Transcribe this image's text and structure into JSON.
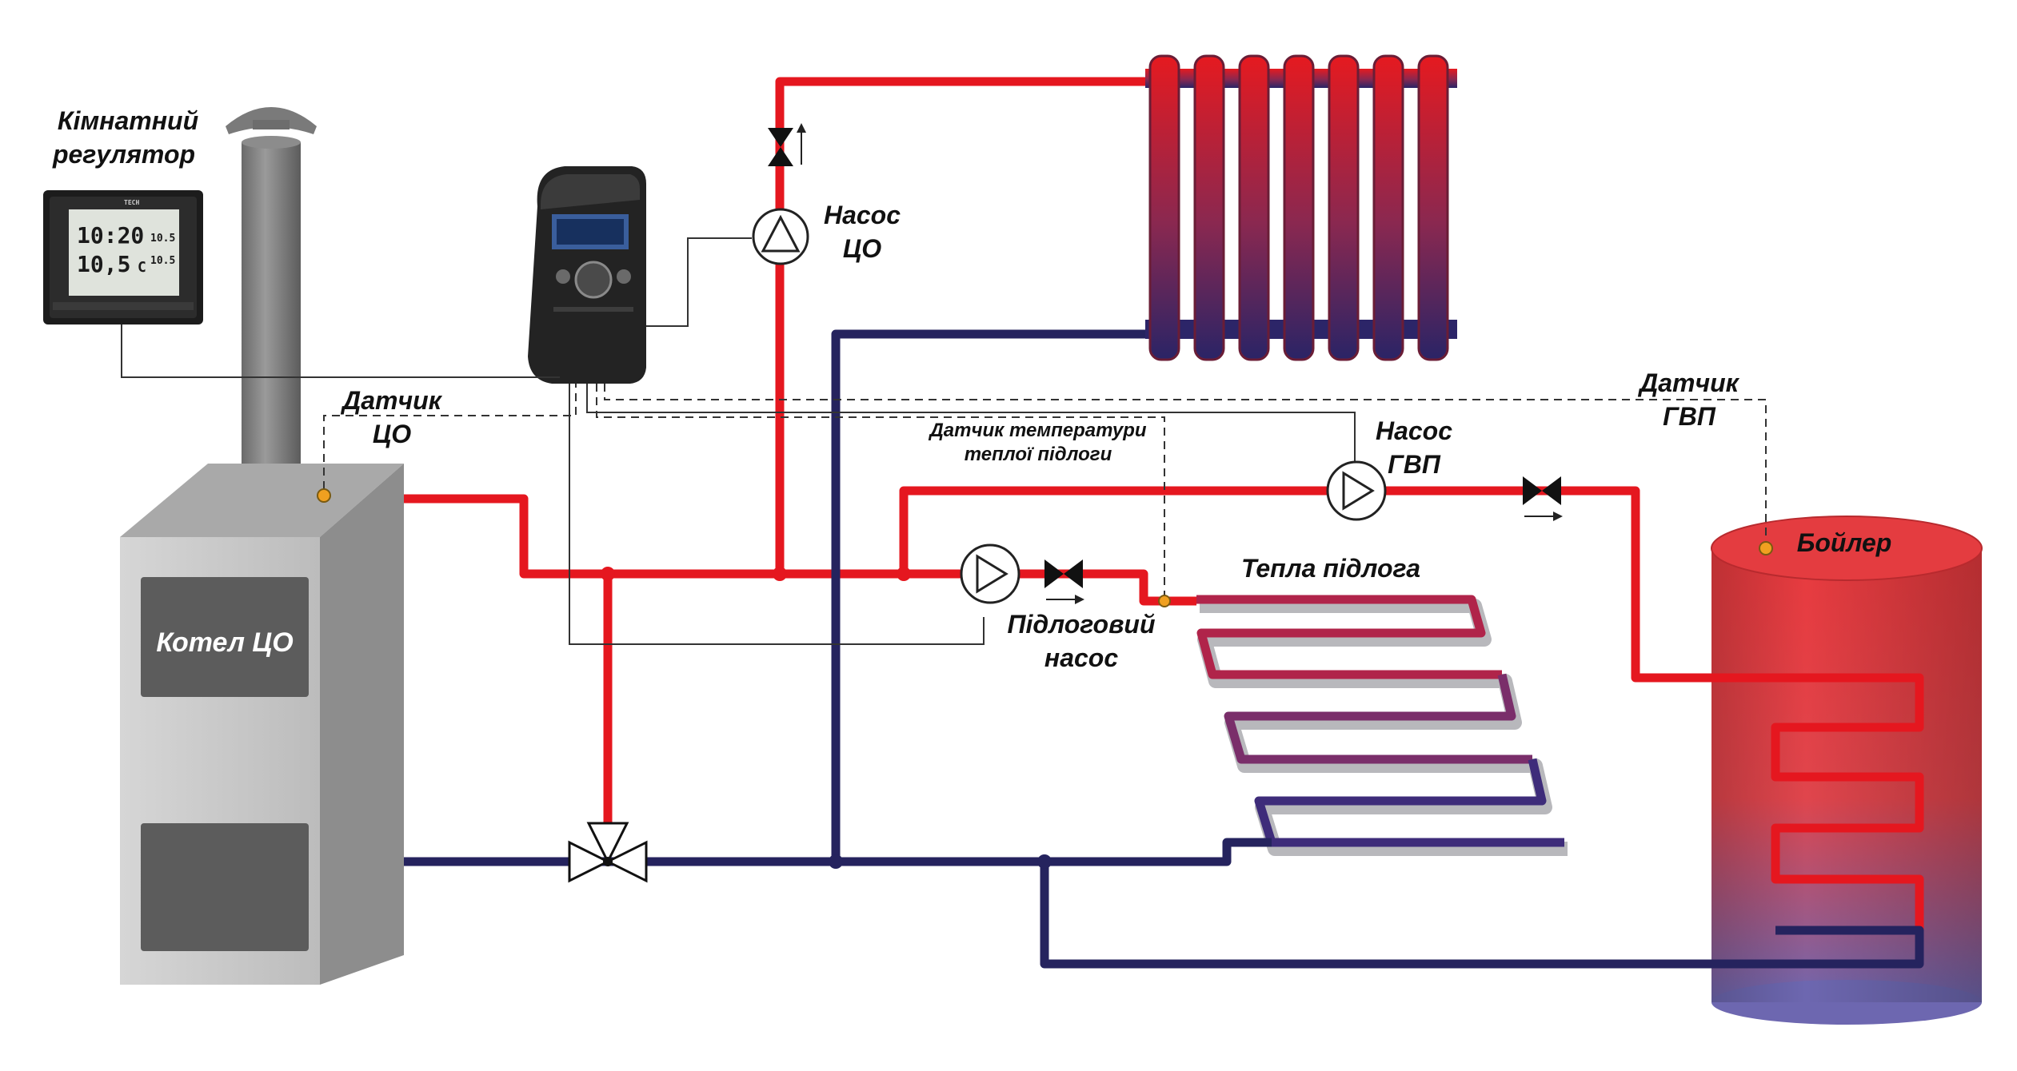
{
  "colors": {
    "hot": "#e5171f",
    "cold": "#25235e",
    "sensor": "#f0a020",
    "boiler_body": "#c9c9c9",
    "door": "#5c5c5c"
  },
  "labels": {
    "room_regulator": [
      "Кімнатний",
      "регулятор"
    ],
    "sensor_co": [
      "Датчик",
      "ЦО"
    ],
    "pump_co": [
      "Насос",
      "ЦО"
    ],
    "pump_gvp": [
      "Насос",
      "ГВП"
    ],
    "sensor_gvp": [
      "Датчик",
      "ГВП"
    ],
    "floor_temp_sensor": [
      "Датчик температури",
      "теплої підлоги"
    ],
    "boiler_co": "Котел ЦО",
    "warm_floor": "Тепла підлога",
    "floor_pump": [
      "Підлоговий",
      "насос"
    ],
    "water_heater": "Бойлер"
  },
  "thermostat": {
    "time": "10:20",
    "temp": "10,5",
    "unit": "C",
    "set1": "10.5",
    "set2": "10.5",
    "brand": "TECH"
  },
  "icons": {
    "pump": "pump-triangle-icon",
    "check_valve": "bowtie-valve-icon",
    "mixing_valve": "three-way-valve-icon",
    "sensor": "sensor-dot-icon",
    "flow": "flow-arrow-icon"
  }
}
